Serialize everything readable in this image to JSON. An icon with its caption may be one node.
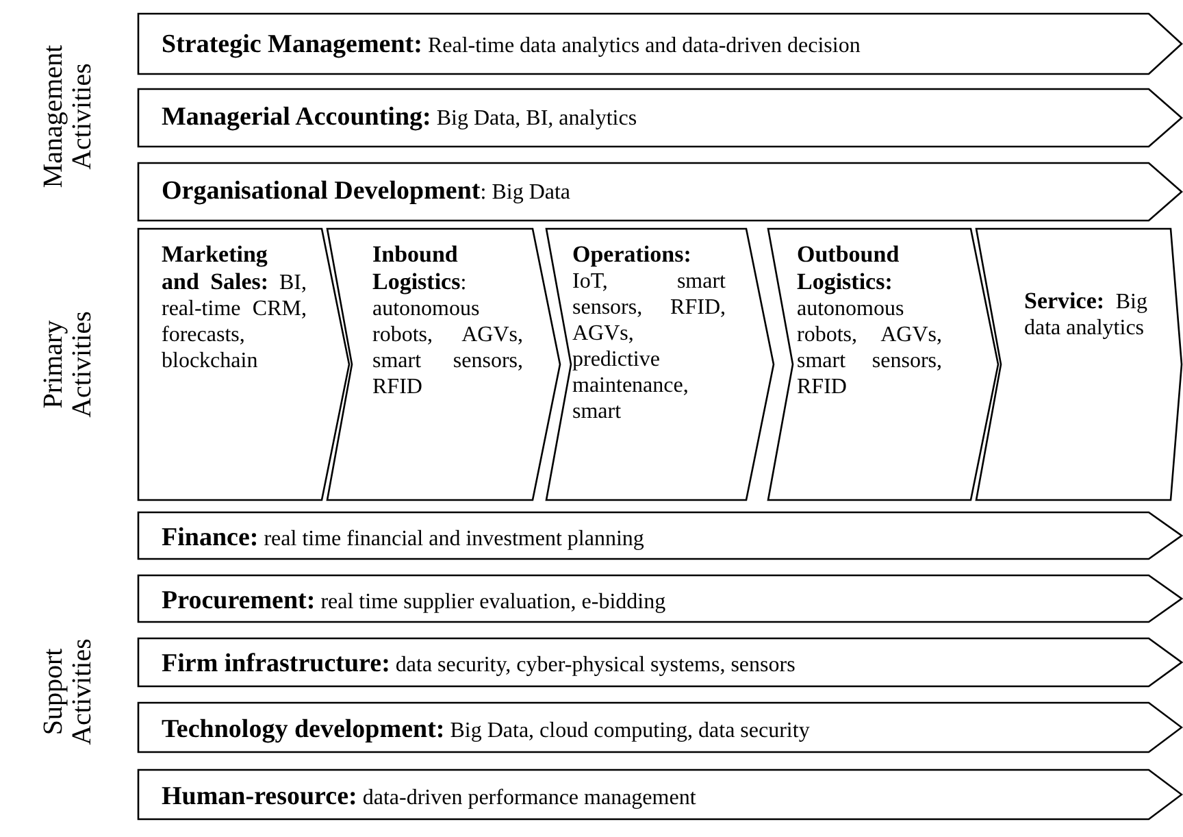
{
  "diagram": {
    "nodes": [
      {
        "text": [
          "**Strategic Management:** Real-time data analytics and data-driven decision"
        ]
      },
      {
        "text": [
          "**Managerial Accounting:** Big Data, BI, analytics"
        ]
      },
      {
        "text": [
          "**Organisational Development**: Big Data"
        ]
      },
      {
        "text": [
          "**Marketing and Sales:** BI, real-time CRM, forecasts, blockchain"
        ]
      },
      {
        "text": [
          "**Inbound Logistics**: autonomous robots, AGVs, smart sensors, RFID"
        ]
      },
      {
        "text": [
          "**Operations:** IoT, smart sensors, RFID, AGVs, predictive maintenance, smart"
        ]
      },
      {
        "text": [
          "**Outbound Logistics:** autonomous robots, AGVs, smart sensors, RFID"
        ]
      },
      {
        "text": [
          "**Service:** Big data analytics"
        ]
      },
      {
        "text": [
          "**Finance:** real time financial and investment planning"
        ]
      },
      {
        "text": [
          "**Procurement:** real time supplier evaluation, e-bidding"
        ]
      },
      {
        "text": [
          "**Firm infrastructure:** data security, cyber-physical systems, sensors"
        ]
      },
      {
        "text": [
          "**Technology development:** Big Data, cloud computing, data security"
        ]
      },
      {
        "text": [
          "**Human-resource:** data-driven performance management"
        ]
      }
    ],
    "edges": [],
    "labels": [
      "Management Activities",
      "Primary Activities",
      "Support Activities"
    ]
  }
}
